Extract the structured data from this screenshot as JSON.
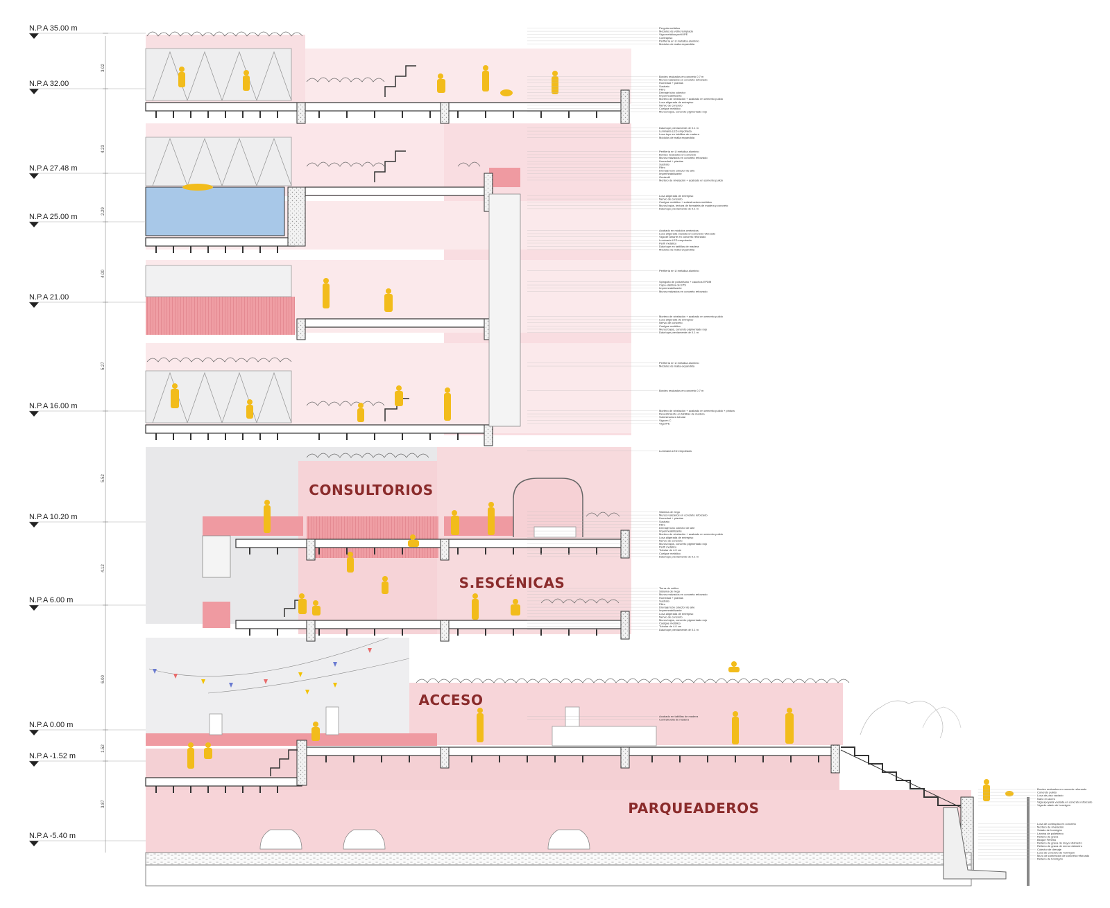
{
  "levels": [
    {
      "id": "l35",
      "label": "N.P.A 35.00 m"
    },
    {
      "id": "l32",
      "label": "N.P.A 32.00"
    },
    {
      "id": "l2748",
      "label": "N.P.A 27.48 m"
    },
    {
      "id": "l25",
      "label": "N.P.A 25.00 m"
    },
    {
      "id": "l21",
      "label": "N.P.A 21.00"
    },
    {
      "id": "l16",
      "label": "N.P.A 16.00 m"
    },
    {
      "id": "l1020",
      "label": "N.P.A 10.20 m"
    },
    {
      "id": "l6",
      "label": "N.P.A 6.00 m"
    },
    {
      "id": "l0",
      "label": "N.P.A 0.00 m"
    },
    {
      "id": "lm152",
      "label": "N.P.A -1.52 m"
    },
    {
      "id": "lm540",
      "label": "N.P.A -5.40 m"
    }
  ],
  "dimensions": [
    "3.02",
    "4.23",
    "2.29",
    "4.00",
    "5.27",
    "5.52",
    "4.12",
    "6.00",
    "1.52",
    "3.87"
  ],
  "zones": {
    "consultorios": "CONSULTORIOS",
    "escenicas": "S.ESCÉNICAS",
    "acceso": "ACCESO",
    "parqueaderos": "PARQUEADEROS"
  },
  "notes": {
    "group1": [
      "Pergola metálica",
      "Módulos de vidrio templado",
      "Viga metálica perfil IPE",
      "Contrapiso",
      "Perfilería en U metálica aluminio",
      "Módulos de malla expandida"
    ],
    "group2": [
      "Bordes realzados en concreto 0.7 m",
      "Muros realzados en concreto reforzado",
      "Humedad + plantas",
      "Sustrato",
      "Filtro",
      "Drenaje tubo colector",
      "Impermeabilizante",
      "Mortero de nivelación + acabado en cemento pulido",
      "Losa aligerada de entrepiso",
      "Nervio de concreto",
      "Cuelgue metálico",
      "Muros bajos, concreto pigmentado rojo"
    ],
    "group3": [
      "Dala tope previamente de 0.1 m",
      "Luminaria LED empotrada",
      "Losa tope en tablillas de madera",
      "Módulos de malla expandida"
    ],
    "group4": [
      "Perfilería en U metálica aluminio",
      "Bordes realzados en concreto",
      "Muros realzados en concreto reforzado",
      "Humedad + plantas",
      "Sustrato",
      "Filtro",
      "Drenaje tubo colector de aire",
      "Impermeabilizante",
      "Geotextil",
      "Mortero de nivelación + acabado en cemento pulido"
    ],
    "group5": [
      "Losa aligerada de entrepiso",
      "Nervio de concreto",
      "Cuelgue metálico + subestructura metálica",
      "Muros bajos, textura de formaleta de madera y concreto",
      "Dala tope previamente de 0.1 m"
    ],
    "group6": [
      "Acabado en módulos cerámicos",
      "Losa aligerada vaciada en concreto reforzado",
      "Viga de amarre en concreto reforzado",
      "Luminaria LED empotrada",
      "Perfil metálico",
      "Dala tope en tablillas de madera",
      "Módulos de malla expandida"
    ],
    "group7": [
      "Perfilería en U metálica aluminio"
    ],
    "group8": [
      "Spinguito de poliuretano + cauchos EPDM",
      "Capa elástica de EPS",
      "Impermeabilizante",
      "Muros realzados en concreto reforzado"
    ],
    "group9": [
      "Mortero de nivelación + acabado en cemento pulido",
      "Losa aligerada de entrepiso",
      "Nervio de concreto",
      "Cuelgue metálico",
      "Muros bajos, concreto pigmentado rojo",
      "Dala tope previamente de 0.1 m"
    ],
    "group10": [
      "Perfilería en U metálica aluminio",
      "Módulos de malla expandida"
    ],
    "group11": [
      "Bordes realzados en concreto 0.7 m"
    ],
    "group12": [
      "Mortero de nivelación + acabado en cemento pulido + pintura",
      "Revestimiento en tablillas de madera",
      "Subestructura tubular",
      "Viga en C",
      "Viga IPE"
    ],
    "group13": [
      "Luminaria LED empotrada"
    ],
    "group14": [
      "Sistema de riego",
      "Muros realzados en concreto reforzado",
      "Humedad + plantas",
      "Sustrato",
      "Filtro",
      "Drenaje tubo colector de aire",
      "Impermeabilizante",
      "Mortero de nivelación + acabado en cemento pulido",
      "Losa aligerada de entrepiso",
      "Nervio de concreto",
      "Muros bajos, concreto pigmentado rojo",
      "Perfil metálico",
      "Tubular de 4.0 cm",
      "Cuelgue metálico",
      "Dala tope previamente de 0.1 m"
    ],
    "group15": [
      "Tierra de cultivo",
      "Sistema de riego",
      "Muros realzados en concreto reforzado",
      "Humedad + plantas",
      "Sustrato",
      "Filtro",
      "Drenaje tubo colector de aire",
      "Impermeabilizante",
      "Losa aligerada de entrepiso",
      "Nervio de concreto",
      "Muros bajos, concreto pigmentado rojo",
      "Cuelgue metálico",
      "Tubular de 4.0 cm",
      "Dala tope previamente de 0.1 m"
    ],
    "group16": [
      "Acabado en tablillas de madera",
      "Contrahuella de madera"
    ],
    "group17": [
      "Bordes realzados en concreto reforzado",
      "Concreto pulido",
      "Losa de piso vaciado",
      "Nariz en acero",
      "Viga apoyada vaciada en concreto reforzado",
      "Viga de atado de hormigón"
    ],
    "group18": [
      "Losa de contrapiso en concreto",
      "Mortero de nivelación",
      "Solado de hormigón",
      "Lámina de polietileno",
      "Relleno de grava",
      "Bloque Fenexa",
      "Relleno de grava de mayor diámetro",
      "Relleno de grava de menor diámetro",
      "Colector de drenaje",
      "Losa de concreto de hormigón",
      "Muro de contención de concreto reforzado",
      "Relleno de hormigón"
    ]
  }
}
